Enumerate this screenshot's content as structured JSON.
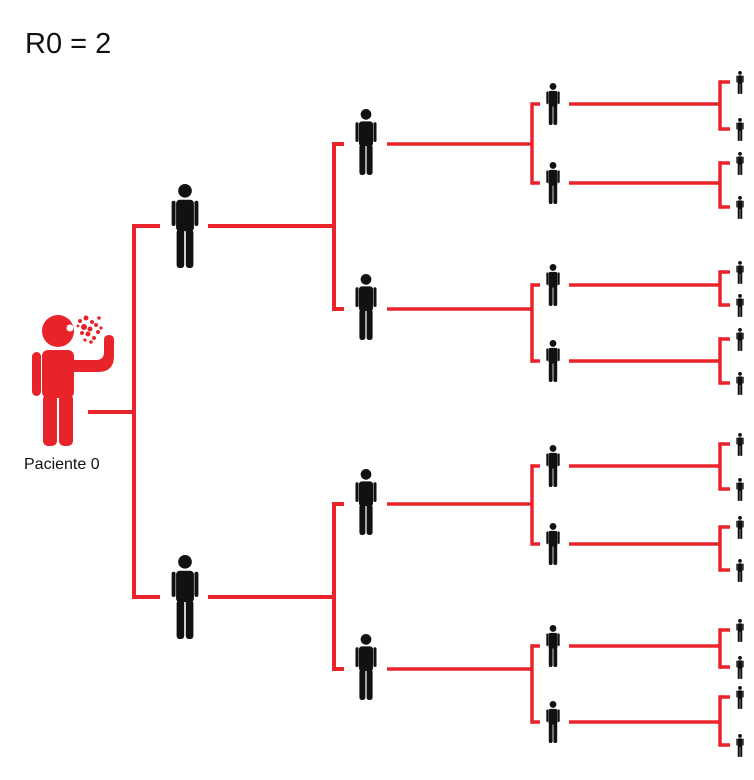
{
  "title": "R0 = 2",
  "patient_zero": {
    "label": "Paciente 0",
    "icon": "sneezing-person-icon"
  },
  "colors": {
    "tree_line": "#e8232a",
    "infected": "#e8232a",
    "person": "#111111",
    "background": "#ffffff"
  },
  "generations": [
    {
      "level": 1,
      "count": 2
    },
    {
      "level": 2,
      "count": 4
    },
    {
      "level": 3,
      "count": 8
    },
    {
      "level": 4,
      "count": 16
    }
  ]
}
